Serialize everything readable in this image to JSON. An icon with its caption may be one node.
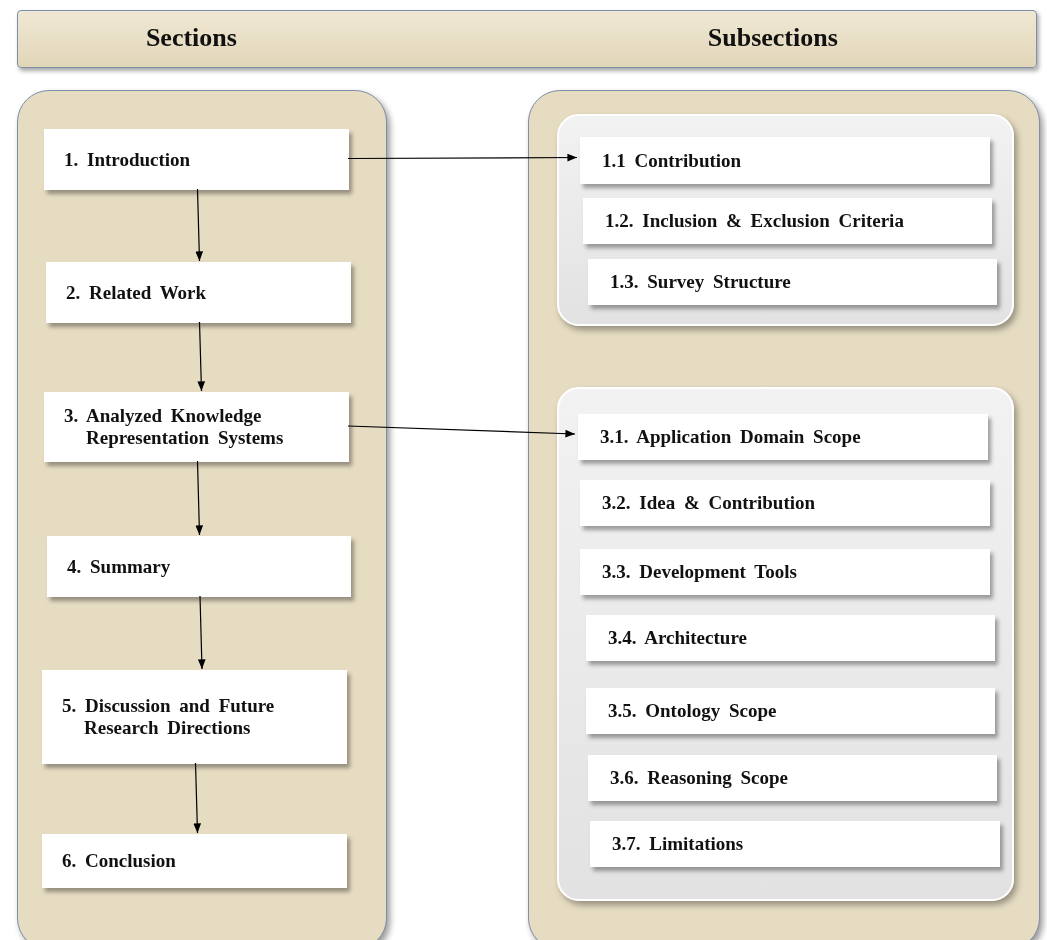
{
  "diagram": {
    "nodes": [
      {
        "text": [
          "Sections",
          "Subsections"
        ]
      },
      {
        "text": [],
        "shape": "box"
      },
      {
        "text": [
          "1. Introduction"
        ],
        "in": 1
      },
      {
        "text": [
          "2. Related Work"
        ],
        "in": 1
      },
      {
        "text": [
          "3. Analyzed Knowledge Representation Systems"
        ],
        "in": 1
      },
      {
        "text": [
          "4. Summary"
        ],
        "in": 1
      },
      {
        "text": [
          "5. Discussion and Future Research Directions"
        ],
        "in": 1
      },
      {
        "text": [
          "6. Conclusion"
        ],
        "in": 1
      },
      {
        "text": [],
        "shape": "box"
      },
      {
        "text": [],
        "shape": "box",
        "in": 8
      },
      {
        "text": [
          "1.1 Contribution"
        ],
        "in": 9
      },
      {
        "text": [
          "1.2. Inclusion & Exclusion Criteria"
        ],
        "in": 9
      },
      {
        "text": [
          "1.3. Survey Structure"
        ],
        "in": 9
      },
      {
        "text": [],
        "shape": "box",
        "in": 8
      },
      {
        "text": [
          "3.1. Application Domain Scope"
        ],
        "in": 13
      },
      {
        "text": [
          "3.2. Idea & Contribution"
        ],
        "in": 13
      },
      {
        "text": [
          "3.3. Development Tools"
        ],
        "in": 13
      },
      {
        "text": [
          "3.4. Architecture"
        ],
        "in": 13
      },
      {
        "text": [
          "3.5. Ontology Scope"
        ],
        "in": 13
      },
      {
        "text": [
          "3.6. Reasoning Scope"
        ],
        "in": 13
      },
      {
        "text": [
          "3.7. Limitations"
        ],
        "in": 13
      }
    ],
    "edges": [
      {
        "from": 2,
        "to": 3,
        "arrow": "to"
      },
      {
        "from": 3,
        "to": 4,
        "arrow": "to"
      },
      {
        "from": 4,
        "to": 5,
        "arrow": "to"
      },
      {
        "from": 5,
        "to": 6,
        "arrow": "to"
      },
      {
        "from": 6,
        "to": 7,
        "arrow": "to"
      },
      {
        "from": 2,
        "to": 10,
        "arrow": "to"
      },
      {
        "from": 4,
        "to": 14,
        "arrow": "to"
      }
    ]
  }
}
